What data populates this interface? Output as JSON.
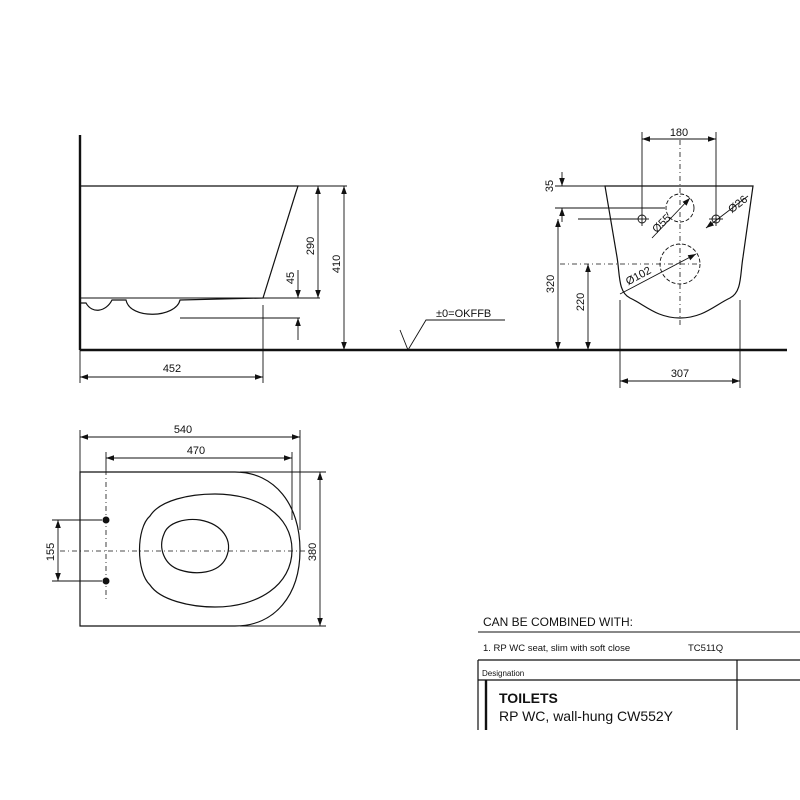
{
  "side_view": {
    "dims": {
      "d290": "290",
      "d410": "410",
      "d45": "45",
      "d452": "452"
    }
  },
  "floor_ref": "±0=OKFFB",
  "front_view": {
    "dims": {
      "d180": "180",
      "d35": "35",
      "d320": "320",
      "d220": "220",
      "d307": "307",
      "d55": "Ø55",
      "d26": "Ø26",
      "d102": "Ø102"
    }
  },
  "top_view": {
    "dims": {
      "d540": "540",
      "d470": "470",
      "d155": "155",
      "d380": "380"
    }
  },
  "combined": {
    "title": "CAN BE COMBINED WITH:",
    "items": [
      {
        "text": "1.  RP WC seat, slim with soft close",
        "code": "TC511Q"
      }
    ]
  },
  "title_block": {
    "designation_label": "Designation",
    "category": "TOILETS",
    "product": "RP WC, wall-hung CW552Y"
  }
}
